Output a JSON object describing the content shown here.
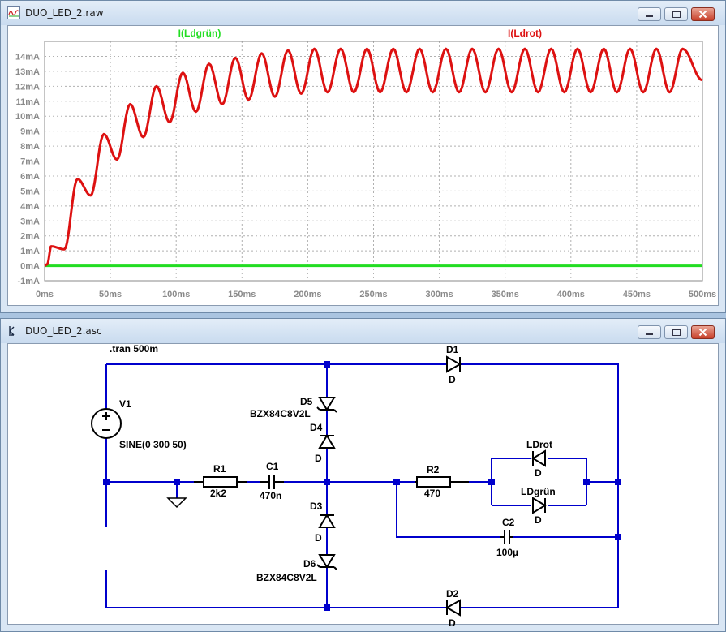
{
  "plot_window": {
    "title": "DUO_LED_2.raw",
    "buttons": [
      "minimize",
      "maximize",
      "close"
    ]
  },
  "schematic_window": {
    "title": "DUO_LED_2.asc",
    "buttons": [
      "minimize",
      "maximize",
      "close"
    ]
  },
  "chart_data": {
    "type": "line",
    "legend": [
      {
        "name": "I(Ldgrün)",
        "color": "#22dd22"
      },
      {
        "name": "I(Ldrot)",
        "color": "#dd1111"
      }
    ],
    "x_ticks": [
      "0ms",
      "50ms",
      "100ms",
      "150ms",
      "200ms",
      "250ms",
      "300ms",
      "350ms",
      "400ms",
      "450ms",
      "500ms"
    ],
    "y_ticks": [
      "-1mA",
      "0mA",
      "1mA",
      "2mA",
      "3mA",
      "4mA",
      "5mA",
      "6mA",
      "7mA",
      "8mA",
      "9mA",
      "10mA",
      "11mA",
      "12mA",
      "13mA",
      "14mA"
    ],
    "xlim_ms": [
      0,
      500
    ],
    "ylim_mA": [
      -1,
      15
    ],
    "grid": true,
    "series": [
      {
        "name": "I(Ldgrün)",
        "color": "#22dd22",
        "x_ms": [
          0,
          500
        ],
        "y_mA": [
          0,
          0
        ]
      },
      {
        "name": "I(Ldrot)",
        "color": "#dd1111",
        "peaks_ms": [
          5,
          25,
          45,
          65,
          85,
          105,
          125,
          145,
          165,
          185,
          205,
          225,
          245,
          265,
          285,
          305,
          325,
          345,
          365,
          385,
          405,
          425,
          445,
          465,
          485
        ],
        "peaks_mA": [
          1.3,
          5.8,
          8.8,
          10.8,
          12.0,
          12.9,
          13.5,
          13.9,
          14.2,
          14.4,
          14.5,
          14.5,
          14.5,
          14.5,
          14.5,
          14.5,
          14.5,
          14.5,
          14.5,
          14.5,
          14.5,
          14.5,
          14.5,
          14.5,
          14.5
        ],
        "valleys_ms": [
          15,
          35,
          55,
          75,
          95,
          115,
          135,
          155,
          175,
          195,
          215,
          235,
          255,
          275,
          295,
          315,
          335,
          355,
          375,
          395,
          415,
          435,
          455,
          475,
          495
        ],
        "valleys_mA": [
          1.1,
          4.7,
          7.1,
          8.6,
          9.6,
          10.3,
          10.8,
          11.1,
          11.3,
          11.5,
          11.6,
          11.6,
          11.6,
          11.6,
          11.6,
          11.6,
          11.6,
          11.6,
          11.6,
          11.6,
          11.6,
          11.6,
          11.6,
          11.6,
          11.6
        ],
        "end_point": [
          500,
          12.4
        ]
      }
    ]
  },
  "schematic": {
    "directive": ".tran 500m",
    "components": {
      "V1": {
        "name": "V1",
        "value": "SINE(0 300 50)"
      },
      "R1": {
        "name": "R1",
        "value": "2k2"
      },
      "C1": {
        "name": "C1",
        "value": "470n"
      },
      "R2": {
        "name": "R2",
        "value": "470"
      },
      "C2": {
        "name": "C2",
        "value": "100µ"
      },
      "D1": {
        "name": "D1",
        "value": "D"
      },
      "D2": {
        "name": "D2",
        "value": "D"
      },
      "D3": {
        "name": "D3",
        "value": "D"
      },
      "D4": {
        "name": "D4",
        "value": "D"
      },
      "D5": {
        "name": "D5",
        "value": "BZX84C8V2L"
      },
      "D6": {
        "name": "D6",
        "value": "BZX84C8V2L"
      },
      "LDrot": {
        "name": "LDrot",
        "value": "D"
      },
      "LDgrun": {
        "name": "LDgrün",
        "value": "D"
      }
    }
  }
}
